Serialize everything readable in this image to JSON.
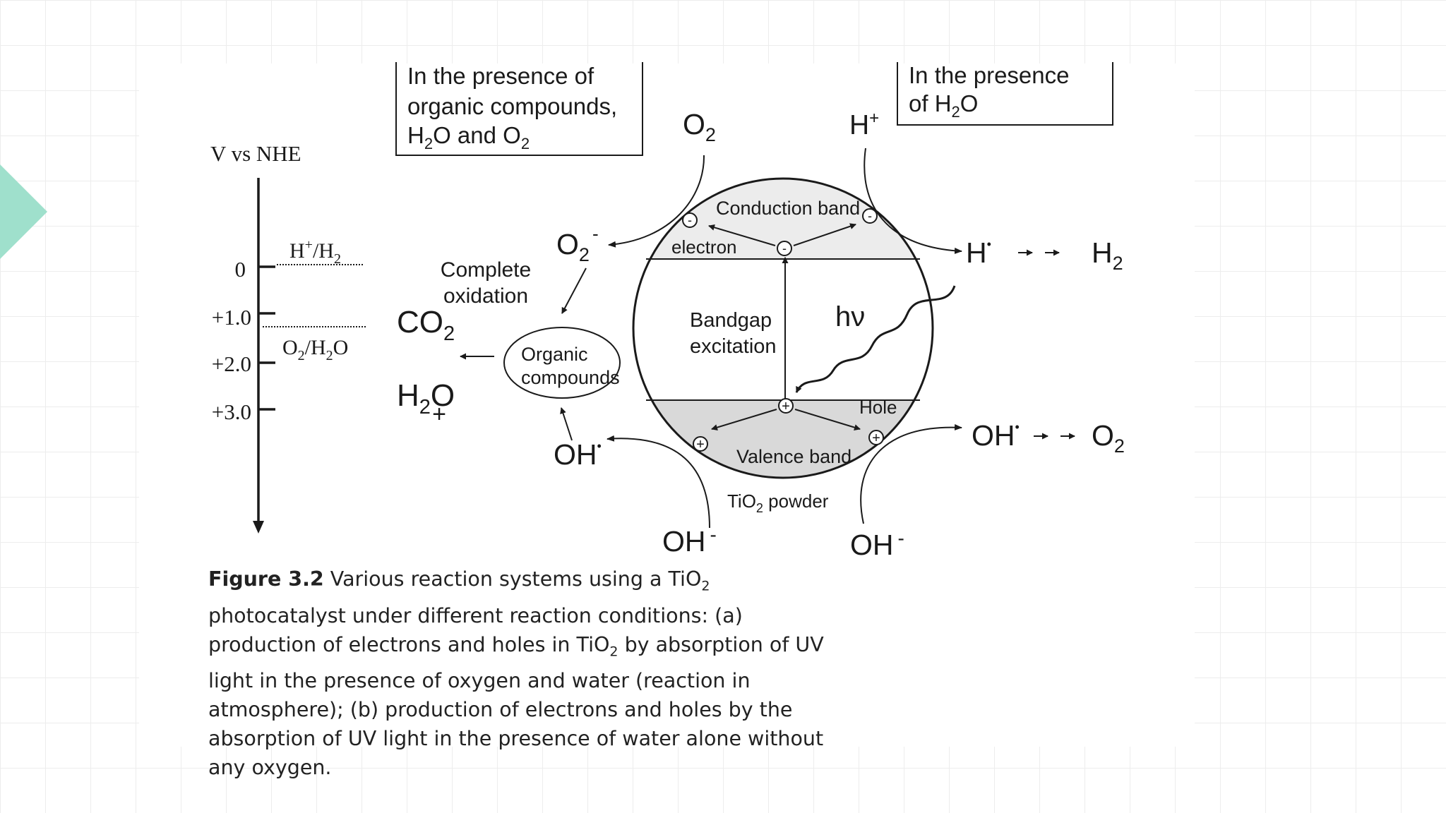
{
  "axis": {
    "title": "V vs NHE",
    "ticks": [
      "0",
      "+1.0",
      "+2.0",
      "+3.0"
    ],
    "level_h2": {
      "pre": "H",
      "sup": "+",
      "mid": "/H",
      "sub": "2"
    },
    "level_o2": {
      "pre": "O",
      "sub": "2",
      "post": "/H",
      "sub2": "2",
      "end": "O"
    }
  },
  "boxes": {
    "left": {
      "line1": "In the presence of",
      "line2": "organic compounds,",
      "line3_a": "H",
      "line3_sub": "2",
      "line3_b": "O and O",
      "line3_sub2": "2"
    },
    "right": {
      "line1": "In the presence",
      "line2_a": "of H",
      "line2_sub": "2",
      "line2_b": "O"
    }
  },
  "species": {
    "o2": "O",
    "two": "2",
    "h_plus": "H",
    "plus": "+",
    "o2_radical": "O",
    "minus": "-",
    "h_radical": "H",
    "dot": "•",
    "h2": "H",
    "oh_radical_left": "OH",
    "oh_radical_right": "OH",
    "o2_right": "O",
    "oh_minus": "OH",
    "co2": "CO",
    "plus_sign": "+",
    "h2o_h": "H",
    "h2o_o": "O"
  },
  "labels": {
    "complete_1": "Complete",
    "complete_2": "oxidation",
    "organic_1": "Organic",
    "organic_2": "compounds",
    "conduction_band": "Conduction band",
    "electron": "electron",
    "bandgap_1": "Bandgap",
    "bandgap_2": "excitation",
    "hv": "hν",
    "hole": "Hole",
    "valence_band": "Valence band",
    "tio2_a": "TiO",
    "tio2_b": "powder"
  },
  "caption": {
    "label": "Figure 3.2",
    "t1": " Various reaction systems using a TiO",
    "t2": " photocatalyst under different reaction conditions: (a) production of electrons and holes in TiO",
    "t3": " by absorption of UV light in the presence of oxygen and water (reaction in atmosphere); (b) production of electrons and holes by the absorption of UV light in the presence of water alone without any oxygen.",
    "sub": "2"
  },
  "colors": {
    "accent": "#9fe0cc",
    "ink": "#1a1a1a",
    "band_fill": "#d9d9d9"
  }
}
